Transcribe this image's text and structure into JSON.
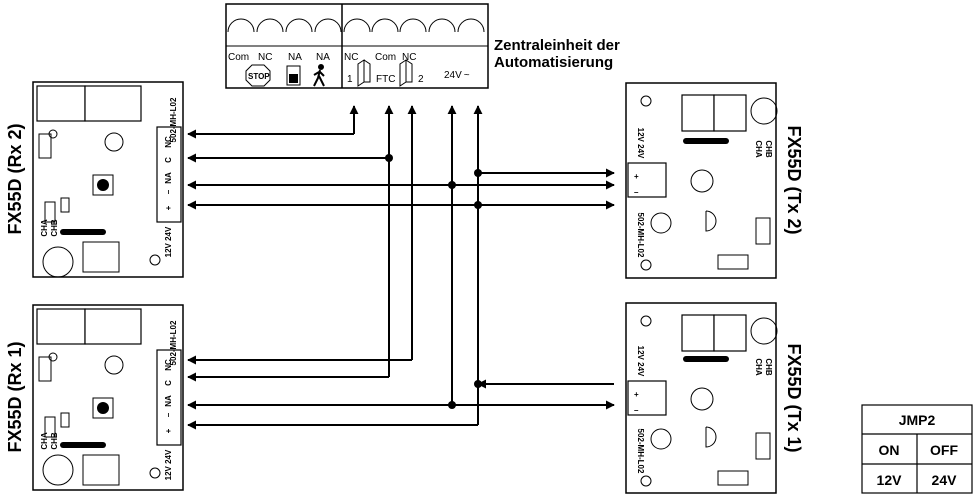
{
  "central_unit": {
    "title_line1": "Zentraleinheit der",
    "title_line2": "Automatisierung",
    "terminals_top": [
      "Com",
      "NC",
      "NA",
      "NA",
      "NC",
      "Com",
      "NC",
      "24V ~"
    ],
    "stop_label": "STOP",
    "ftc_label": "FTC",
    "ftc_1": "1",
    "ftc_2": "2"
  },
  "devices": {
    "rx2": "FX55D (Rx 2)",
    "rx1": "FX55D (Rx 1)",
    "tx2": "FX55D (Tx 2)",
    "tx1": "FX55D (Tx 1)"
  },
  "rx_terminals": [
    "NC",
    "C",
    "NA",
    "–",
    "+"
  ],
  "tx_terminals": [
    "+",
    "–"
  ],
  "board_labels": {
    "code": "502-MH-L02",
    "cha": "CHA",
    "chb": "CHB",
    "voltage": "12V 24V"
  },
  "jumper_table": {
    "title": "JMP2",
    "row1": [
      "ON",
      "OFF"
    ],
    "row2": [
      "12V",
      "24V"
    ]
  }
}
